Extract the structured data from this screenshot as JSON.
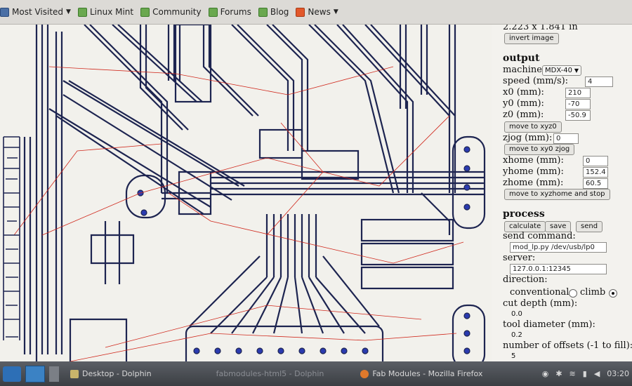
{
  "bookmarks": [
    {
      "label": "Most Visited",
      "icon": "most-visited-icon",
      "dropdown": true
    },
    {
      "label": "Linux Mint",
      "icon": "mint-icon",
      "dropdown": false
    },
    {
      "label": "Community",
      "icon": "mint-icon",
      "dropdown": false
    },
    {
      "label": "Forums",
      "icon": "mint-icon",
      "dropdown": false
    },
    {
      "label": "Blog",
      "icon": "mint-icon",
      "dropdown": false
    },
    {
      "label": "News",
      "icon": "rss-icon",
      "dropdown": true
    }
  ],
  "panel": {
    "dimensions": "2.223 x 1.841 in",
    "invert_label": "invert image",
    "output": {
      "title": "output",
      "machine_label": "machine",
      "machine_value": "MDX-40",
      "speed_label": "speed (mm/s):",
      "speed": "4",
      "x0_label": "x0 (mm):",
      "x0": "210",
      "y0_label": "y0 (mm):",
      "y0": "-70",
      "z0_label": "z0 (mm):",
      "z0": "-50.9",
      "move_xyz0": "move to xyz0",
      "zjog_label": "zjog (mm):",
      "zjog": "0",
      "move_xy0": "move to xy0 zjog",
      "xhome_label": "xhome (mm):",
      "xhome": "0",
      "yhome_label": "yhome (mm):",
      "yhome": "152.4",
      "zhome_label": "zhome (mm):",
      "zhome": "60.5",
      "move_home": "move to xyzhome and stop"
    },
    "process": {
      "title": "process",
      "calculate": "calculate",
      "save": "save",
      "send": "send",
      "send_command_label": "send command:",
      "send_command": "mod_lp.py /dev/usb/lp0",
      "server_label": "server:",
      "server": "127.0.0.1:12345",
      "direction_label": "direction:",
      "conventional": "conventional",
      "climb": "climb",
      "cut_depth_label": "cut depth (mm):",
      "cut_depth": "0.0",
      "tool_diameter_label": "tool diameter (mm):",
      "tool_diameter": "0.2",
      "offsets_label": "number of offsets (-1 to fill):",
      "offsets": "5"
    }
  },
  "taskbar": {
    "tasks": [
      {
        "label": "Desktop - Dolphin",
        "icon": "folder-icon",
        "active": true
      },
      {
        "label": "fabmodules-html5 - Dolphin",
        "icon": "folder-icon",
        "active": false
      },
      {
        "label": "Fab Modules - Mozilla Firefox",
        "icon": "firefox-icon",
        "active": true
      }
    ],
    "clock": "03:20"
  },
  "colors": {
    "path": "#1d2450",
    "move": "#d0281c",
    "background": "#f2f1ec"
  }
}
